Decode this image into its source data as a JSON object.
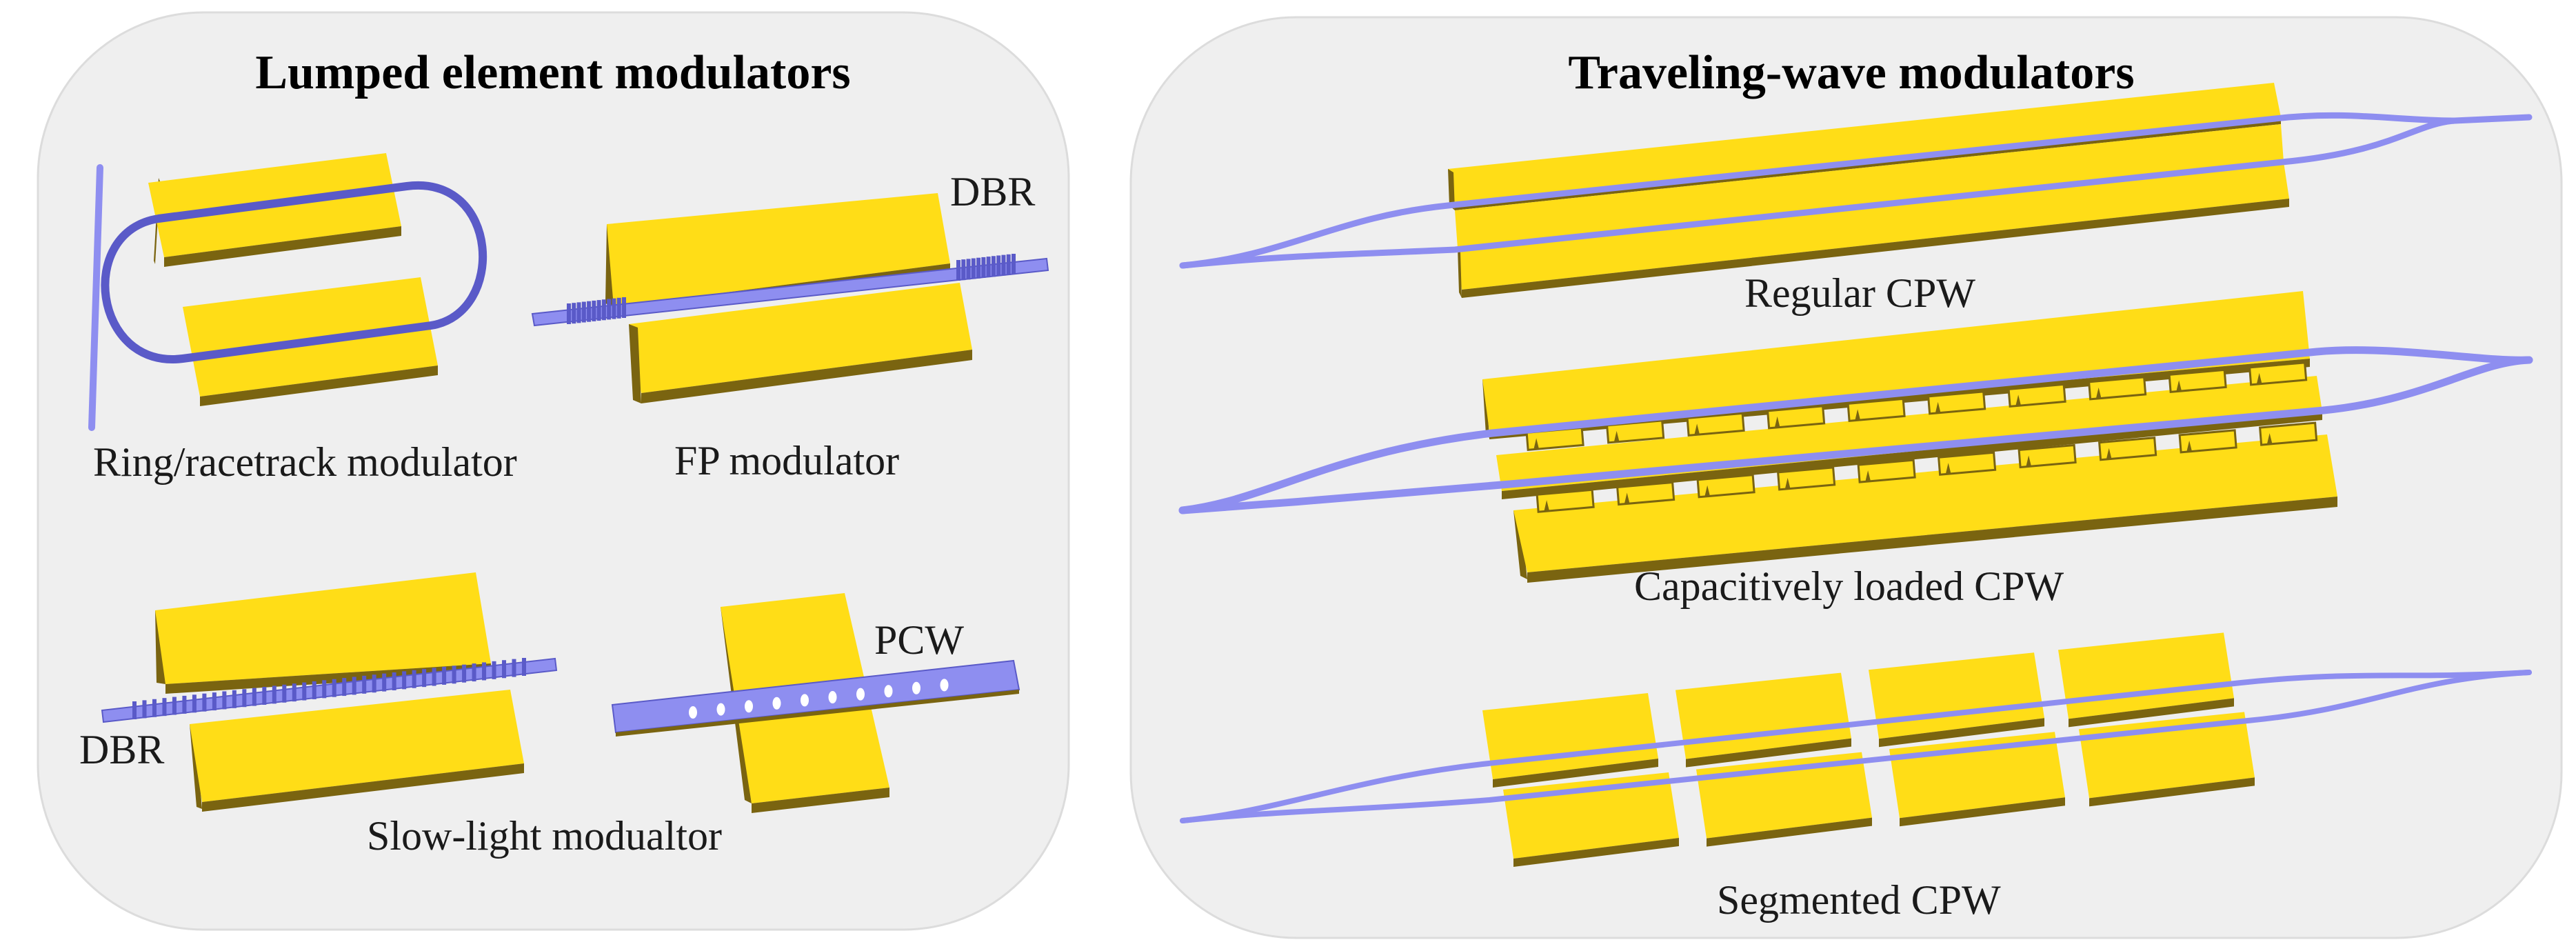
{
  "colors": {
    "panel_bg": "#efefef",
    "panel_border": "#dcdcdc",
    "electrode_top": "#ffdd17",
    "electrode_side": "#7a6410",
    "waveguide": "#8e8ef0",
    "waveguide_edge": "#5a5ac8"
  },
  "left_panel": {
    "title": "Lumped element modulators",
    "ring": {
      "caption": "Ring/racetrack modulator"
    },
    "fp": {
      "caption": "FP modulator",
      "dbr_label": "DBR"
    },
    "slow_light": {
      "caption": "Slow-light modualtor",
      "dbr_label": "DBR",
      "pcw_label": "PCW"
    }
  },
  "right_panel": {
    "title": "Traveling-wave modulators",
    "regular": {
      "caption": "Regular CPW"
    },
    "cap_loaded": {
      "caption": "Capacitively loaded CPW"
    },
    "segmented": {
      "caption": "Segmented CPW"
    }
  }
}
